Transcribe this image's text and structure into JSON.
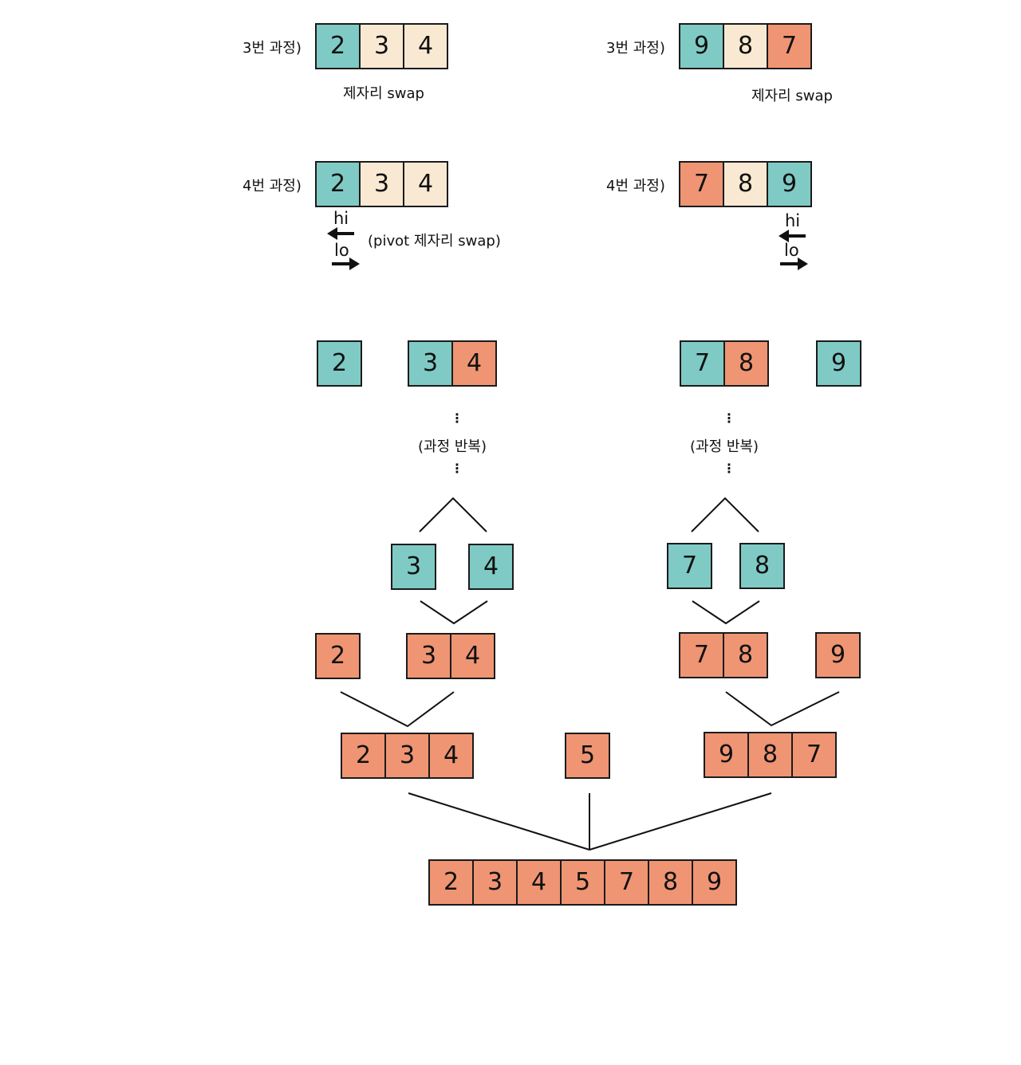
{
  "colors": {
    "pivot": "#7fcac4",
    "unsorted": "#f9e9d2",
    "placed": "#ef9573"
  },
  "left": {
    "step3": {
      "label": "3번 과정)",
      "cells": [
        {
          "v": "2",
          "c": "teal"
        },
        {
          "v": "3",
          "c": "cream"
        },
        {
          "v": "4",
          "c": "cream"
        }
      ],
      "note": "제자리 swap"
    },
    "step4": {
      "label": "4번 과정)",
      "cells": [
        {
          "v": "2",
          "c": "teal"
        },
        {
          "v": "3",
          "c": "cream"
        },
        {
          "v": "4",
          "c": "cream"
        }
      ],
      "note": "(pivot 제자리 swap)",
      "hi": "hi",
      "lo": "lo"
    },
    "split": {
      "single": [
        {
          "v": "2",
          "c": "teal"
        }
      ],
      "pair": [
        {
          "v": "3",
          "c": "teal"
        },
        {
          "v": "4",
          "c": "coral"
        }
      ]
    },
    "repeat": "(과정 반복)",
    "leaves": {
      "a": [
        {
          "v": "3",
          "c": "teal"
        }
      ],
      "b": [
        {
          "v": "4",
          "c": "teal"
        }
      ]
    },
    "merge1": {
      "single": [
        {
          "v": "2",
          "c": "coral"
        }
      ],
      "pair": [
        {
          "v": "3",
          "c": "coral"
        },
        {
          "v": "4",
          "c": "coral"
        }
      ]
    },
    "result": [
      {
        "v": "2",
        "c": "coral"
      },
      {
        "v": "3",
        "c": "coral"
      },
      {
        "v": "4",
        "c": "coral"
      }
    ]
  },
  "right": {
    "step3": {
      "label": "3번 과정)",
      "cells": [
        {
          "v": "9",
          "c": "teal"
        },
        {
          "v": "8",
          "c": "cream"
        },
        {
          "v": "7",
          "c": "coral"
        }
      ],
      "note": "제자리 swap"
    },
    "step4": {
      "label": "4번 과정)",
      "cells": [
        {
          "v": "7",
          "c": "coral"
        },
        {
          "v": "8",
          "c": "cream"
        },
        {
          "v": "9",
          "c": "teal"
        }
      ],
      "hi": "hi",
      "lo": "lo"
    },
    "split": {
      "pair": [
        {
          "v": "7",
          "c": "teal"
        },
        {
          "v": "8",
          "c": "coral"
        }
      ],
      "single": [
        {
          "v": "9",
          "c": "teal"
        }
      ]
    },
    "repeat": "(과정 반복)",
    "leaves": {
      "a": [
        {
          "v": "7",
          "c": "teal"
        }
      ],
      "b": [
        {
          "v": "8",
          "c": "teal"
        }
      ]
    },
    "merge1": {
      "pair": [
        {
          "v": "7",
          "c": "coral"
        },
        {
          "v": "8",
          "c": "coral"
        }
      ],
      "single": [
        {
          "v": "9",
          "c": "coral"
        }
      ]
    },
    "result": [
      {
        "v": "9",
        "c": "coral"
      },
      {
        "v": "8",
        "c": "coral"
      },
      {
        "v": "7",
        "c": "coral"
      }
    ]
  },
  "middle": [
    {
      "v": "5",
      "c": "coral"
    }
  ],
  "final": [
    {
      "v": "2",
      "c": "coral"
    },
    {
      "v": "3",
      "c": "coral"
    },
    {
      "v": "4",
      "c": "coral"
    },
    {
      "v": "5",
      "c": "coral"
    },
    {
      "v": "7",
      "c": "coral"
    },
    {
      "v": "8",
      "c": "coral"
    },
    {
      "v": "9",
      "c": "coral"
    }
  ]
}
